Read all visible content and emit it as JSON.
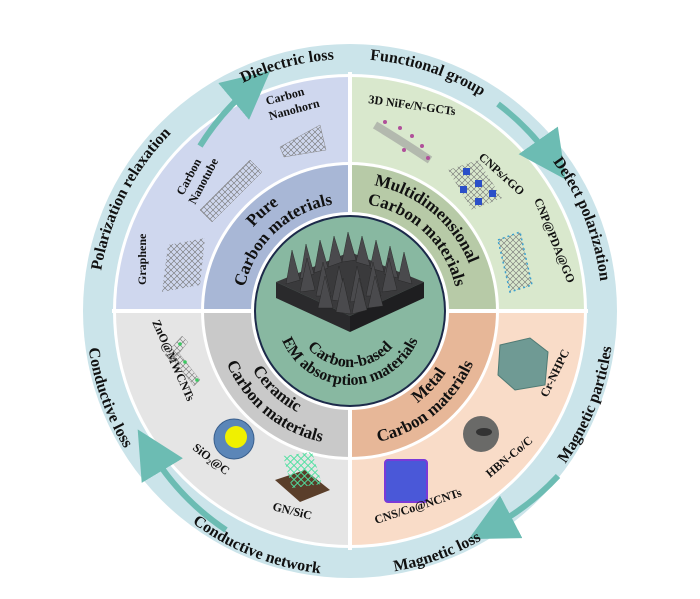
{
  "outer_ring": {
    "polarization_relaxation": "Polarization relaxation",
    "dielectric_loss": "Dielectric loss",
    "functional_group": "Functional group",
    "defect_polarization": "Defect polarization",
    "magnetic_particles": "Magnetic particles",
    "magnetic_loss": "Magnetic loss",
    "conductive_network": "Conductive network",
    "conductive_loss": "Conductive loss"
  },
  "categories": {
    "pure": {
      "line1": "Pure",
      "line2": "Carbon materials"
    },
    "multidimensional": {
      "line1": "Multidimensional",
      "line2": "Carbon materials"
    },
    "ceramic": {
      "line1": "Ceramic",
      "line2": "Carbon materials"
    },
    "metal": {
      "line1": "Metal",
      "line2": "Carbon materials"
    }
  },
  "center": {
    "line1": "Carbon-based",
    "line2": "EM absorption materials"
  },
  "materials": {
    "graphene": "Graphene",
    "cnt_1": "Carbon",
    "cnt_2": "Nanotube",
    "cnh_1": "Carbon",
    "cnh_2": "Nanohorn",
    "nife": "3D NiFe/N-GCTs",
    "cnps": "CNPs/rGO",
    "cnp_pda": "CNP@PDA@GO",
    "zno": "ZnO@MWCNTs",
    "sio2": "SiO₂@C",
    "gnsic": "GN/SiC",
    "crnhpc": "Cr-NHPC",
    "hbn": "HBN-Co/C",
    "cns": "CNS/Co@NCNTs"
  },
  "colors": {
    "outer_ring": "#cbe4ea",
    "arrow": "#6cbcb3",
    "pure_outer": "#cfd7ee",
    "pure_mid": "#a8b7d6",
    "multi_outer": "#d9e8cd",
    "multi_mid": "#b7caa7",
    "ceramic_outer": "#e5e5e5",
    "ceramic_mid": "#c9c9c9",
    "metal_outer": "#f9dcc8",
    "metal_mid": "#e7b798",
    "center": "#88b8a1"
  }
}
